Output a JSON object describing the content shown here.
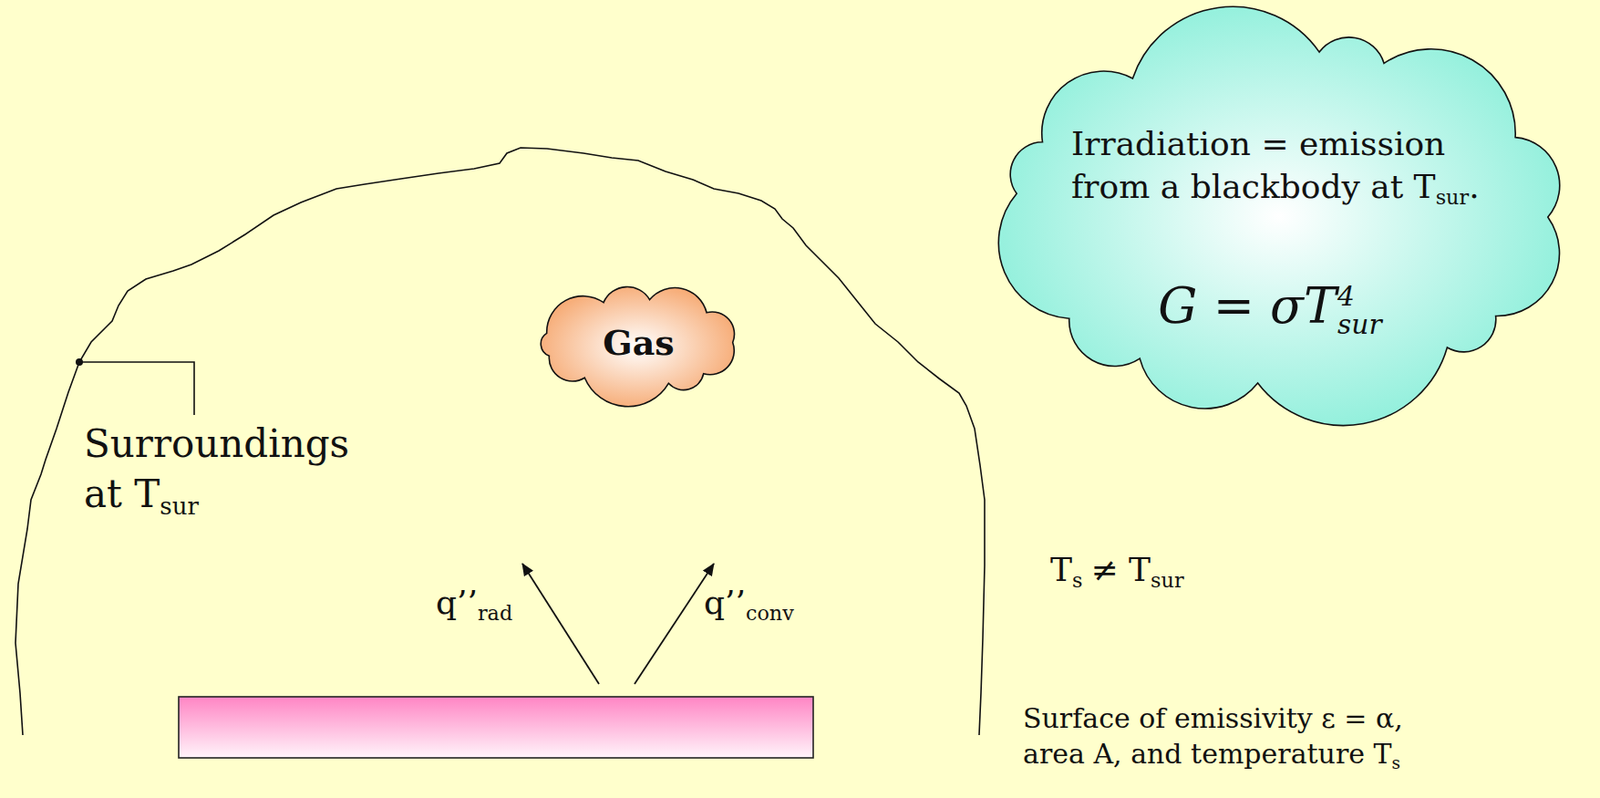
{
  "diagram": {
    "nodes": [
      {
        "text": [
          "Gas"
        ]
      },
      {
        "text": [
          "Irradiation = emission from a blackbody at T",
          "sur",
          ".",
          "G = σT",
          "4",
          "sur"
        ]
      }
    ],
    "labels": [
      "Surroundings",
      "at T",
      "sur",
      "q’’",
      "rad",
      "q’’",
      "conv",
      "T",
      "s",
      "≠ T",
      "sur",
      "Surface of emissivity ε = α, area A, and temperature T",
      "s"
    ]
  }
}
